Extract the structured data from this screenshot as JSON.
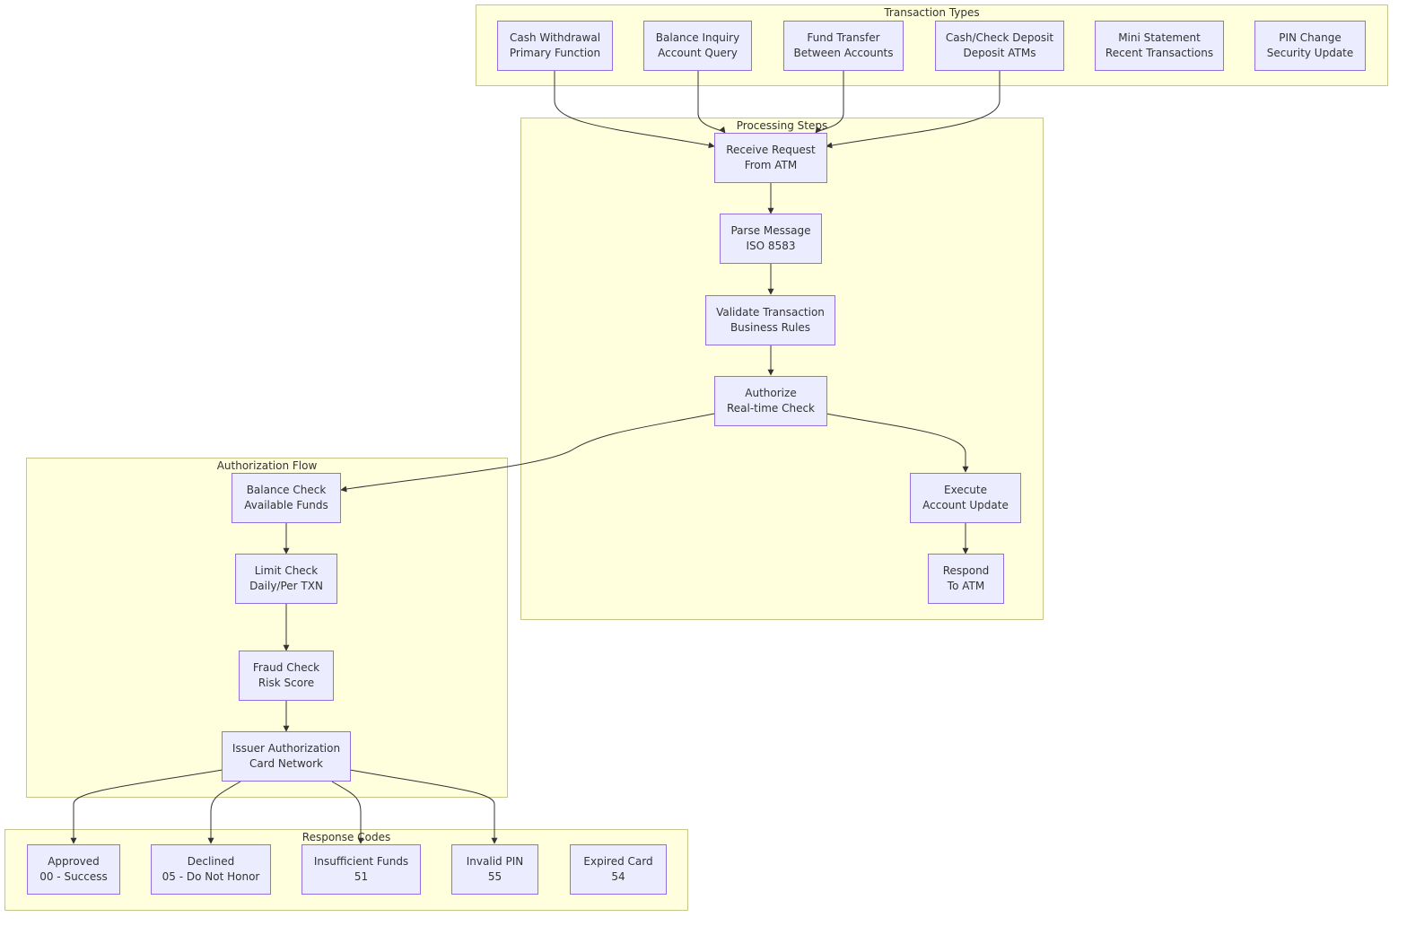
{
  "clusters": {
    "transaction_types": {
      "title": "Transaction Types"
    },
    "processing_steps": {
      "title": "Processing Steps"
    },
    "authorization_flow": {
      "title": "Authorization Flow"
    },
    "response_codes": {
      "title": "Response Codes"
    }
  },
  "nodes": {
    "cash_withdrawal": [
      "Cash Withdrawal",
      "Primary Function"
    ],
    "balance_inquiry": [
      "Balance Inquiry",
      "Account Query"
    ],
    "fund_transfer": [
      "Fund Transfer",
      "Between Accounts"
    ],
    "cash_check_deposit": [
      "Cash/Check Deposit",
      "Deposit ATMs"
    ],
    "mini_statement": [
      "Mini Statement",
      "Recent Transactions"
    ],
    "pin_change": [
      "PIN Change",
      "Security Update"
    ],
    "receive_request": [
      "Receive Request",
      "From ATM"
    ],
    "parse_message": [
      "Parse Message",
      "ISO 8583"
    ],
    "validate_transaction": [
      "Validate Transaction",
      "Business Rules"
    ],
    "authorize": [
      "Authorize",
      "Real-time Check"
    ],
    "execute": [
      "Execute",
      "Account Update"
    ],
    "respond": [
      "Respond",
      "To ATM"
    ],
    "balance_check": [
      "Balance Check",
      "Available Funds"
    ],
    "limit_check": [
      "Limit Check",
      "Daily/Per TXN"
    ],
    "fraud_check": [
      "Fraud Check",
      "Risk Score"
    ],
    "issuer_authorization": [
      "Issuer Authorization",
      "Card Network"
    ],
    "approved": [
      "Approved",
      "00 - Success"
    ],
    "declined": [
      "Declined",
      "05 - Do Not Honor"
    ],
    "insufficient_funds": [
      "Insufficient Funds",
      "51"
    ],
    "invalid_pin": [
      "Invalid PIN",
      "55"
    ],
    "expired_card": [
      "Expired Card",
      "54"
    ]
  },
  "colors": {
    "cluster_fill": "#ffffde",
    "cluster_border": "#c6c68b",
    "node_fill": "#ececff",
    "node_border": "#9370db",
    "edge": "#333333"
  }
}
